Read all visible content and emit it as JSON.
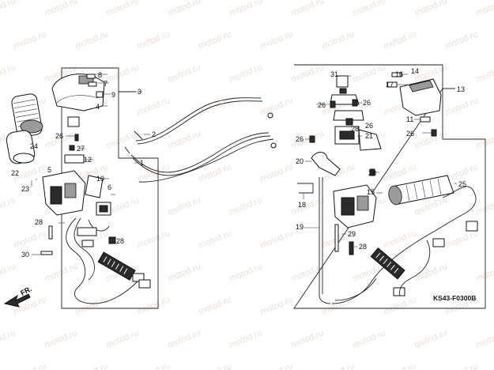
{
  "watermark": "motod.ru",
  "diagram_code": "KS43-F0300B",
  "direction_label": "FR.",
  "colors": {
    "line": "#222222",
    "watermark": "#e9e0da",
    "grip_dark": "#2b2b2b"
  },
  "parts": {
    "left": [
      "1",
      "2",
      "3",
      "4",
      "5",
      "6",
      "7",
      "8",
      "9",
      "10",
      "12",
      "22",
      "23",
      "24",
      "26",
      "27",
      "28",
      "30"
    ],
    "right": [
      "11",
      "13",
      "14",
      "15",
      "16",
      "17",
      "18",
      "19",
      "20",
      "21",
      "25",
      "26",
      "26",
      "26",
      "26",
      "26",
      "28",
      "28",
      "29",
      "31"
    ]
  },
  "labels": {
    "p1": "1",
    "p2": "2",
    "p3": "3",
    "p4": "4",
    "p5": "5",
    "p6": "6",
    "p7": "7",
    "p8": "8",
    "p9": "9",
    "p10": "10",
    "p11": "11",
    "p12": "12",
    "p13": "13",
    "p14": "14",
    "p15": "15",
    "p16": "16",
    "p17": "17",
    "p18": "18",
    "p19": "19",
    "p20": "20",
    "p21": "21",
    "p22": "22",
    "p23": "23",
    "p24": "24",
    "p25": "25",
    "p26": "26",
    "p27": "27",
    "p28": "28",
    "p29": "29",
    "p30": "30",
    "p31": "31"
  }
}
